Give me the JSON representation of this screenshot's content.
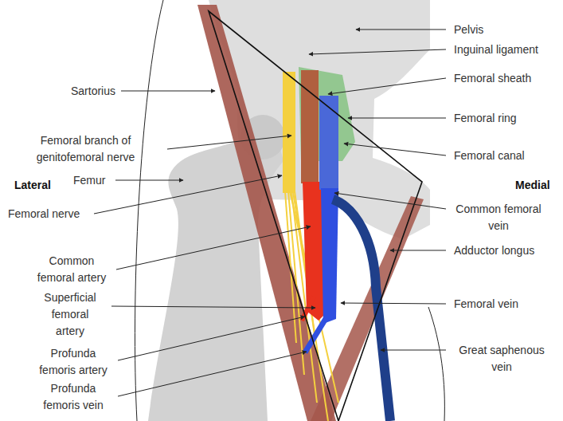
{
  "diagram": {
    "labels": [
      "Pelvis",
      "Inguinal ligament",
      "Femoral sheath",
      "Femoral ring",
      "Femoral canal",
      "Sartorius",
      "Femoral branch of genitofemoral nerve",
      "Lateral",
      "Femur",
      "Medial",
      "Femoral nerve",
      "Common femoral vein",
      "Common femoral artery",
      "Adductor longus",
      "Superficial femoral artery",
      "Femoral vein",
      "Profunda femoris artery",
      "Great saphenous vein",
      "Profunda femoris vein"
    ]
  }
}
